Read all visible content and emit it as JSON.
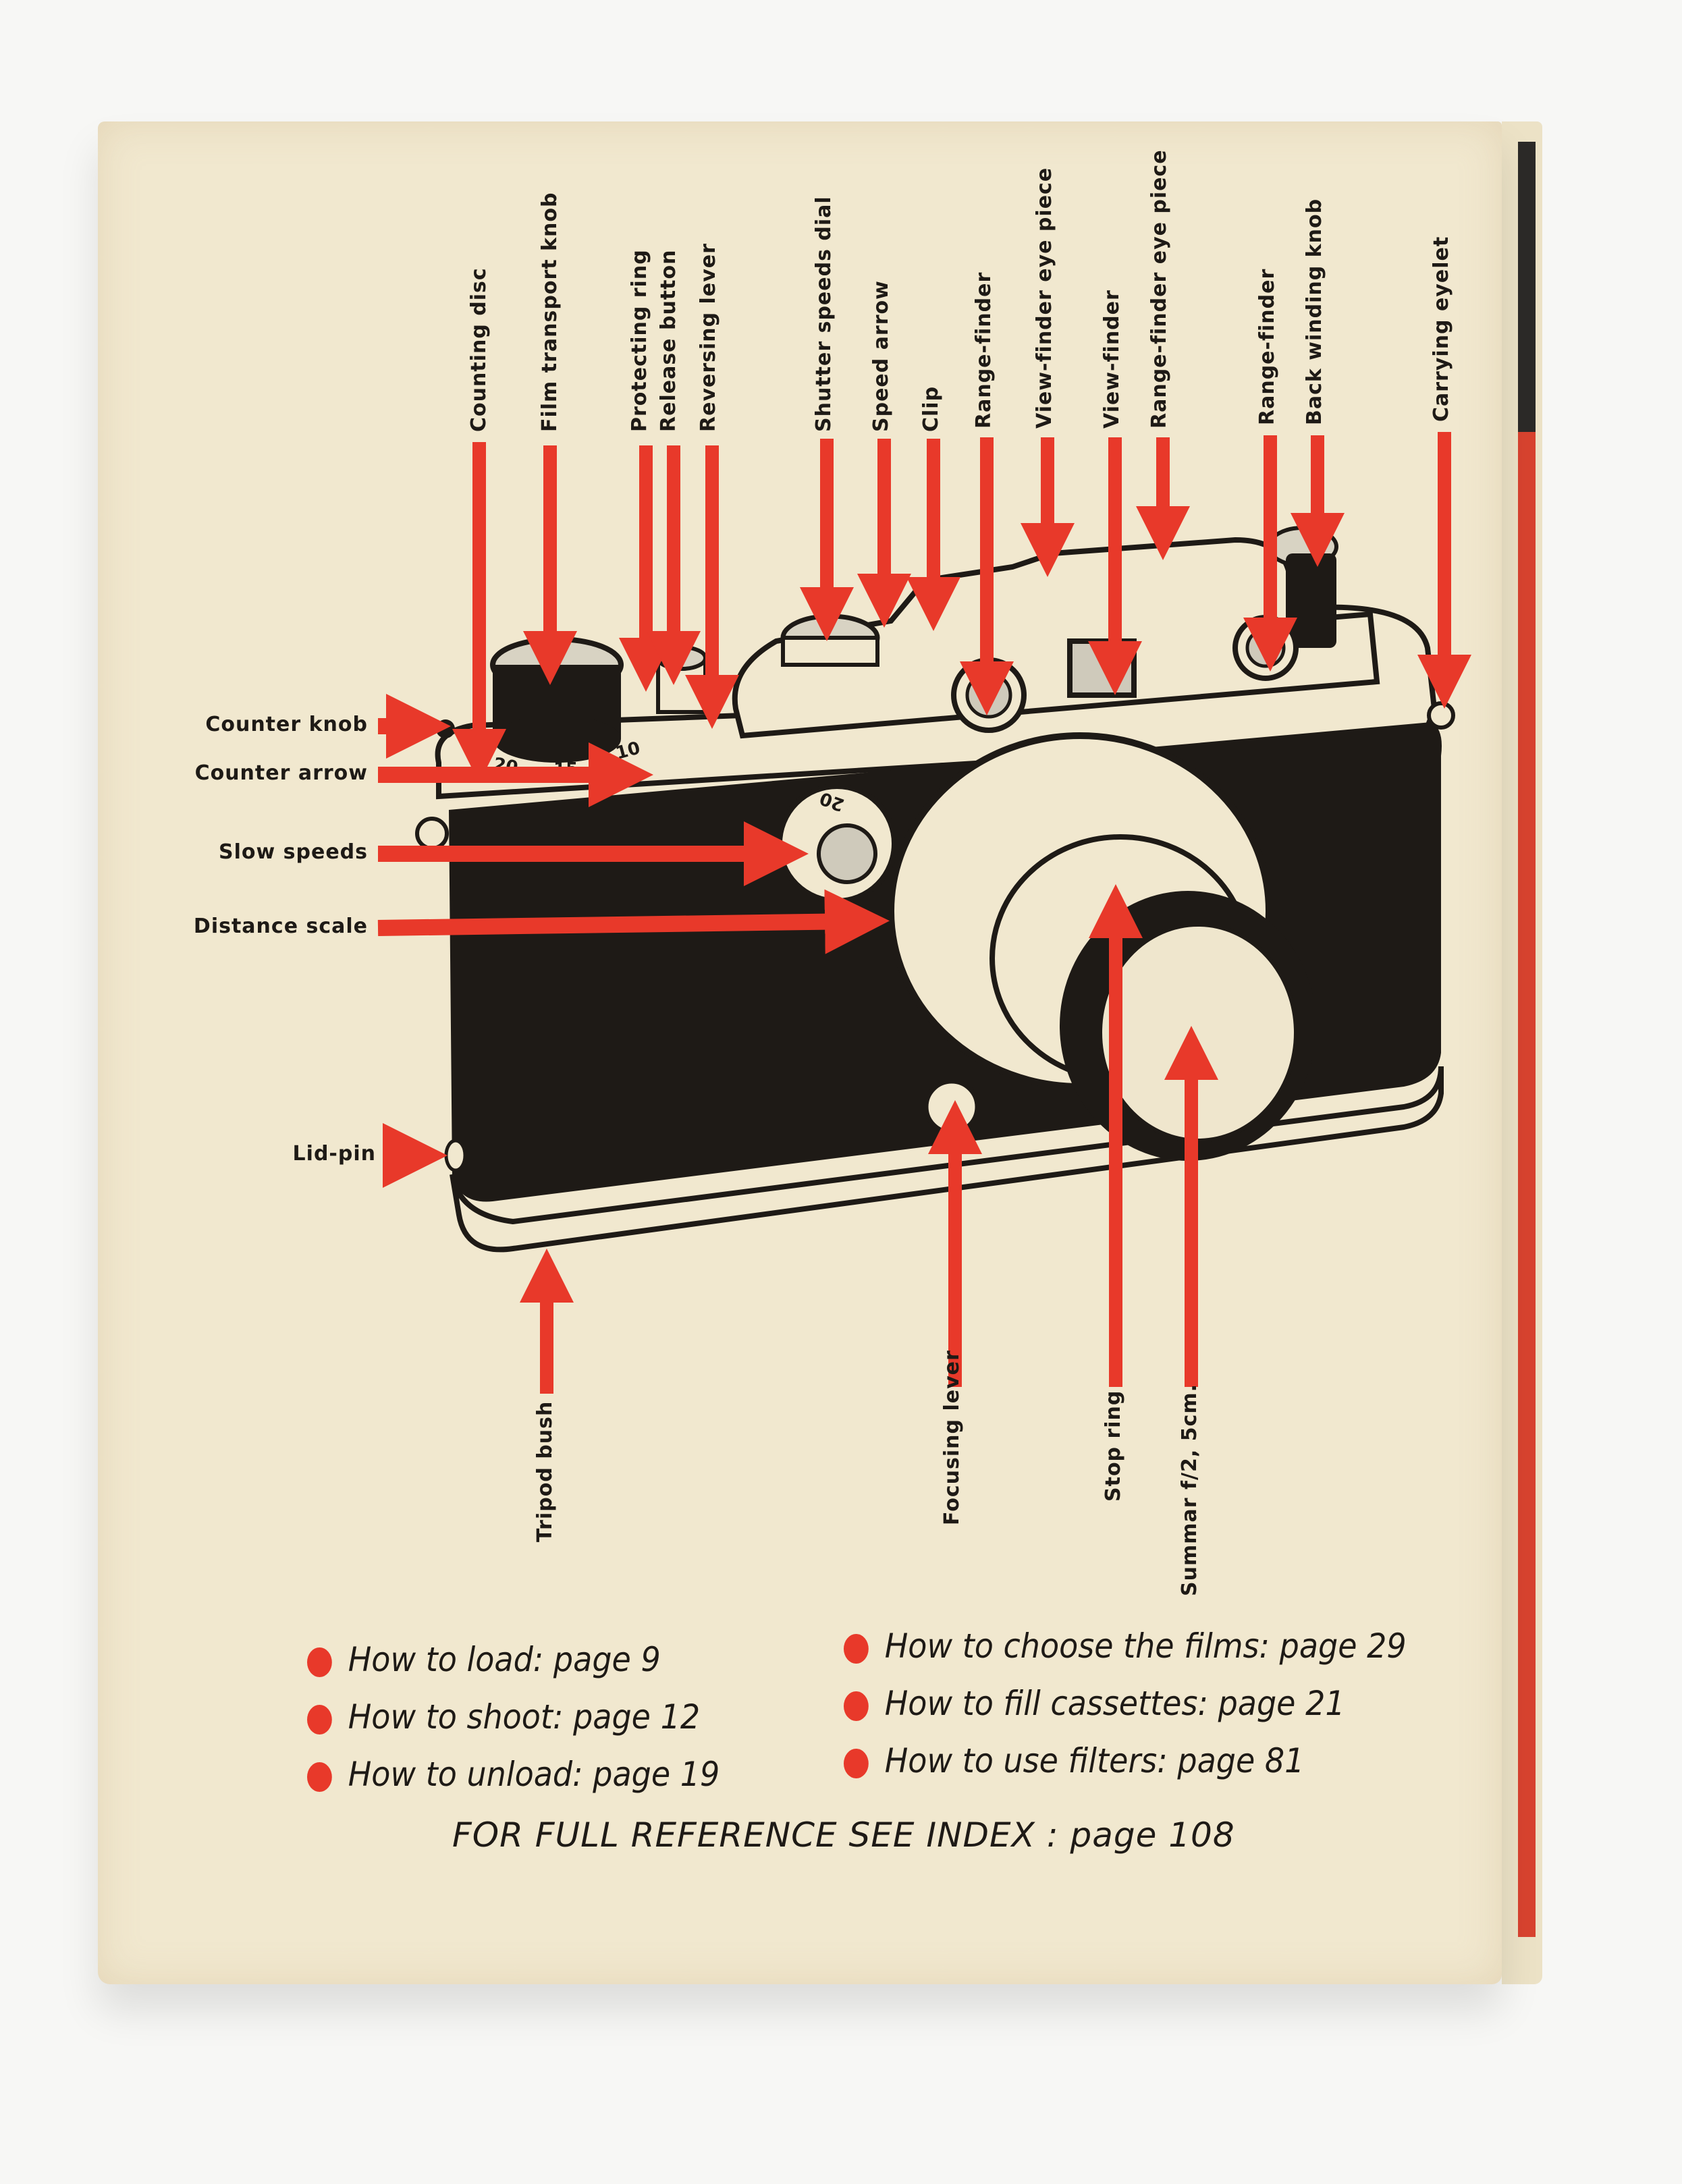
{
  "colors": {
    "paper": "#f1e8cf",
    "ink": "#1e1a16",
    "arrow_red": "#e8392a",
    "spine_black": "#2c2a28",
    "spine_red": "#d8432f"
  },
  "diagram": {
    "top_labels": [
      {
        "id": "counting-disc",
        "text": "Counting disc"
      },
      {
        "id": "film-transport-knob",
        "text": "Film transport knob"
      },
      {
        "id": "protecting-ring",
        "text": "Protecting ring"
      },
      {
        "id": "release-button",
        "text": "Release button"
      },
      {
        "id": "reversing-lever",
        "text": "Reversing lever"
      },
      {
        "id": "shutter-speeds-dial",
        "text": "Shutter speeds dial"
      },
      {
        "id": "speed-arrow",
        "text": "Speed arrow"
      },
      {
        "id": "clip",
        "text": "Clip"
      },
      {
        "id": "range-finder-1",
        "text": "Range-finder"
      },
      {
        "id": "view-finder-eye-piece",
        "text": "View-finder eye piece"
      },
      {
        "id": "view-finder",
        "text": "View-finder"
      },
      {
        "id": "range-finder-eye-piece",
        "text": "Range-finder eye piece"
      },
      {
        "id": "range-finder-2",
        "text": "Range-finder"
      },
      {
        "id": "back-winding-knob",
        "text": "Back winding knob"
      },
      {
        "id": "carrying-eyelet",
        "text": "Carrying eyelet"
      }
    ],
    "left_labels": [
      {
        "id": "counter-knob",
        "text": "Counter knob"
      },
      {
        "id": "counter-arrow",
        "text": "Counter arrow"
      },
      {
        "id": "slow-speeds",
        "text": "Slow speeds"
      },
      {
        "id": "distance-scale",
        "text": "Distance scale"
      },
      {
        "id": "lid-pin",
        "text": "Lid-pin"
      }
    ],
    "bottom_labels": [
      {
        "id": "tripod-bush",
        "text": "Tripod bush"
      },
      {
        "id": "focusing-lever",
        "text": "Focusing lever"
      },
      {
        "id": "stop-ring",
        "text": "Stop ring"
      },
      {
        "id": "summar-lens",
        "text": "Summar f/2, 5cm."
      }
    ],
    "counter_scale_numbers": [
      "20",
      "15",
      "10"
    ],
    "slow_speed_marking": "20"
  },
  "references": {
    "left": [
      {
        "text": "How to load:  page 9"
      },
      {
        "text": "How to shoot:  page 12"
      },
      {
        "text": "How to unload:  page 19"
      }
    ],
    "right": [
      {
        "text": "How to choose the films:  page 29"
      },
      {
        "text": "How to fill cassettes:  page 21"
      },
      {
        "text": "How to use filters:  page 81"
      }
    ],
    "footer": "FOR FULL REFERENCE SEE INDEX :  page 108"
  }
}
